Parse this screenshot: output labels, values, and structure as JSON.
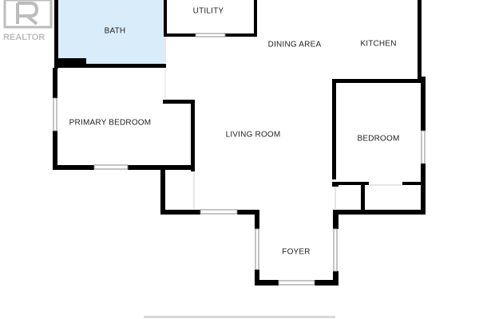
{
  "colors": {
    "wall": "#000000",
    "bath_fill": "#d9ecf9",
    "logo": "#b5b5b5"
  },
  "watermark": {
    "text": "REALTOR",
    "registered_mark": "®",
    "icon": "realtor-r-logo-icon"
  },
  "rooms": {
    "bath": "BATH",
    "utility": "UTILITY",
    "dining_area": "DINING AREA",
    "kitchen": "KITCHEN",
    "primary_bedroom": "PRIMARY BEDROOM",
    "living_room": "LIVING ROOM",
    "bedroom": "BEDROOM",
    "foyer": "FOYER"
  }
}
